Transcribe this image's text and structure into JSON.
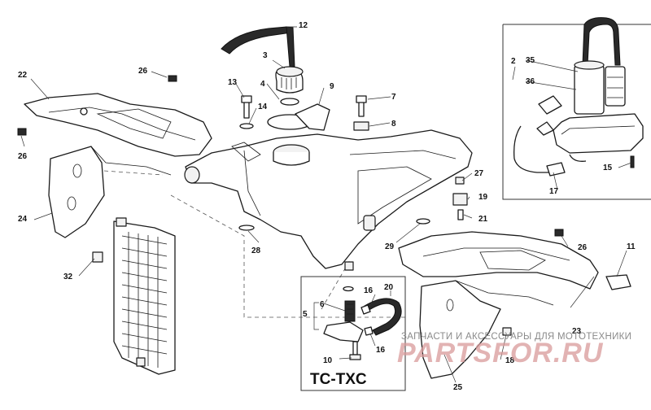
{
  "diagram": {
    "variant_label": "TC-TXC",
    "watermark": {
      "caption": "ЗАПЧАСТИ И АКСЕССУАРЫ ДЛЯ МОТОТЕХНИКИ",
      "brand": "PARTSFOR.RU"
    },
    "callouts": {
      "c2": "2",
      "c3": "3",
      "c4": "4",
      "c5": "5",
      "c6": "6",
      "c7": "7",
      "c8": "8",
      "c9": "9",
      "c10": "10",
      "c11": "11",
      "c12": "12",
      "c13": "13",
      "c14": "14",
      "c15": "15",
      "c16a": "16",
      "c16b": "16",
      "c17": "17",
      "c18": "18",
      "c19": "19",
      "c20": "20",
      "c21": "21",
      "c22": "22",
      "c23": "23",
      "c24": "24",
      "c25": "25",
      "c26a": "26",
      "c26b": "26",
      "c26c": "26",
      "c27": "27",
      "c28": "28",
      "c29": "29",
      "c32": "32",
      "c35": "35",
      "c36": "36"
    }
  }
}
